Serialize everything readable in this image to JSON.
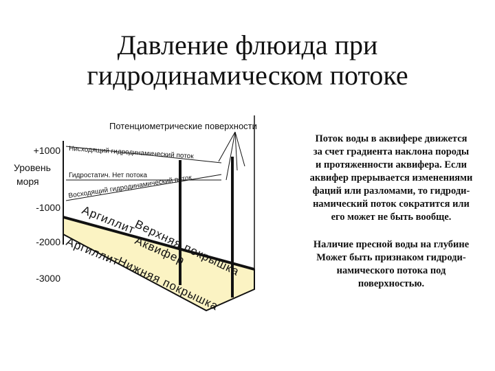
{
  "title": {
    "line1": "Давление флюида при",
    "line2": "гидродинамическом потоке"
  },
  "diagram": {
    "potentiometric_label": "Потенциометрические поверхности",
    "depth_labels": {
      "plus1000": "+1000",
      "sea_level_line1": "Уровень",
      "sea_level_line2": "моря",
      "minus1000": "-1000",
      "minus2000": "-2000",
      "minus3000": "-3000"
    },
    "flow_labels": {
      "descending": "Нисходящий гидродинамический поток",
      "hydrostatic": "Гидростатич. Нет потока",
      "ascending": "Восходящий гидродинамический поток"
    },
    "layer_labels": {
      "upper_argillite": "Аргиллит",
      "upper_caprock": "Верхняя покрышка",
      "aquifer": "Аквифер",
      "lower_argillite": "Аргиллит",
      "lower_caprock": "Нижняя покрышка"
    },
    "colors": {
      "aquifer_fill": "#fbf3c3",
      "line": "#111111"
    }
  },
  "text_blocks": {
    "para1": [
      "Поток воды в аквифере движется",
      "за счет градиента наклона породы",
      "и протяженности аквифера. Если",
      "аквифер прерывается изменениями",
      "фаций или разломами, то гидроди-",
      "намический поток сократится или",
      "его может не быть вообще."
    ],
    "para2": [
      "Наличие пресной воды на глубине",
      "Может быть признаком гидроди-",
      "намического потока под",
      "поверхностью."
    ]
  }
}
